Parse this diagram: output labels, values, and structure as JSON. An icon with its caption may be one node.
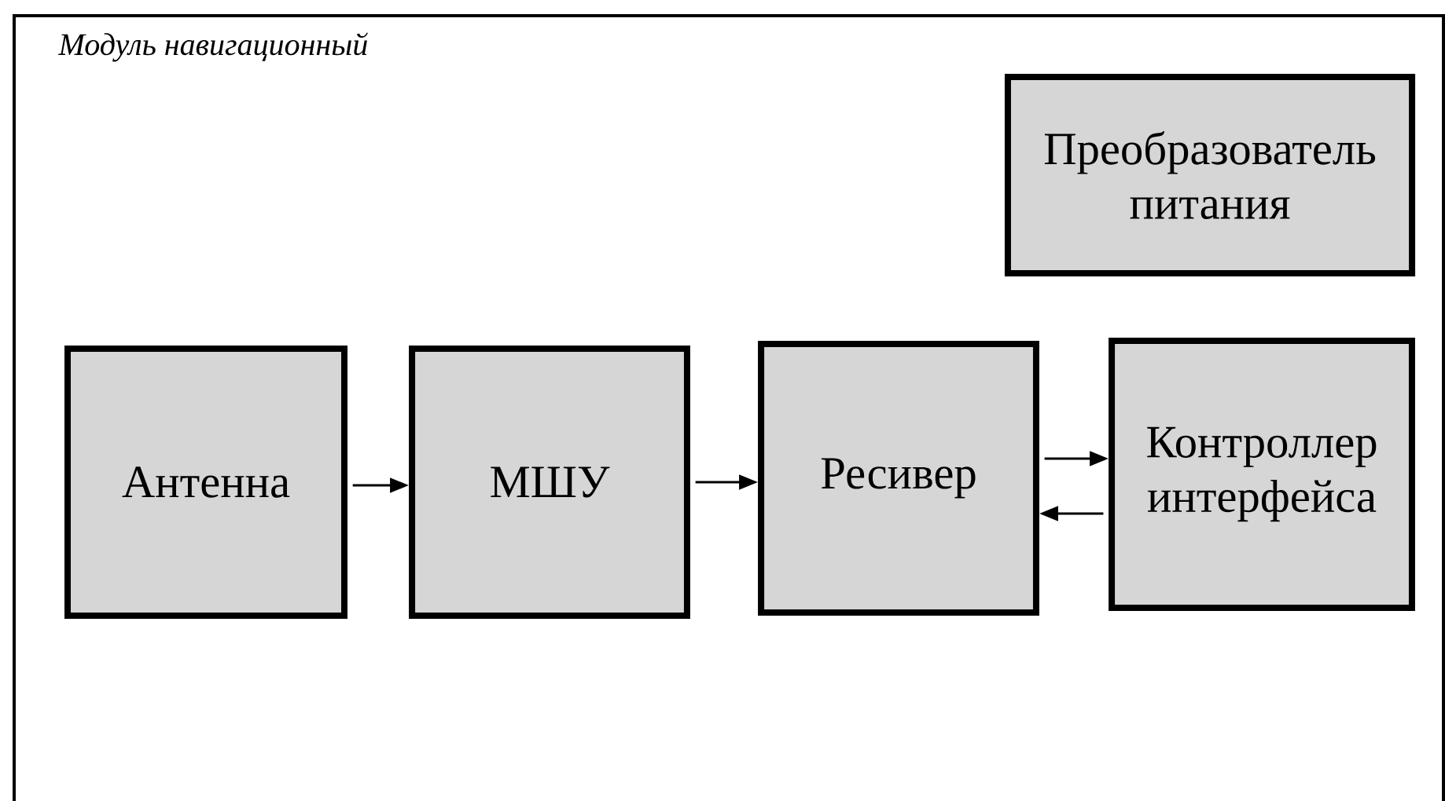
{
  "diagram": {
    "nodes": [
      {
        "text": [
          "Модуль навигационный"
        ]
      },
      {
        "text": [
          "Преобразователь питания"
        ],
        "in": 0
      },
      {
        "text": [
          "Антенна"
        ],
        "in": 0
      },
      {
        "text": [
          "МШУ"
        ],
        "in": 0
      },
      {
        "text": [
          "Ресивер"
        ],
        "in": 0
      },
      {
        "text": [
          "Контроллер интерфейса"
        ],
        "in": 0
      }
    ],
    "edges": [
      {
        "from": 2,
        "to": 3,
        "arrow": "to"
      },
      {
        "from": 3,
        "to": 4,
        "arrow": "to"
      },
      {
        "from": 4,
        "to": 5,
        "arrow": "to"
      },
      {
        "from": 5,
        "to": 4,
        "arrow": "to"
      }
    ]
  }
}
